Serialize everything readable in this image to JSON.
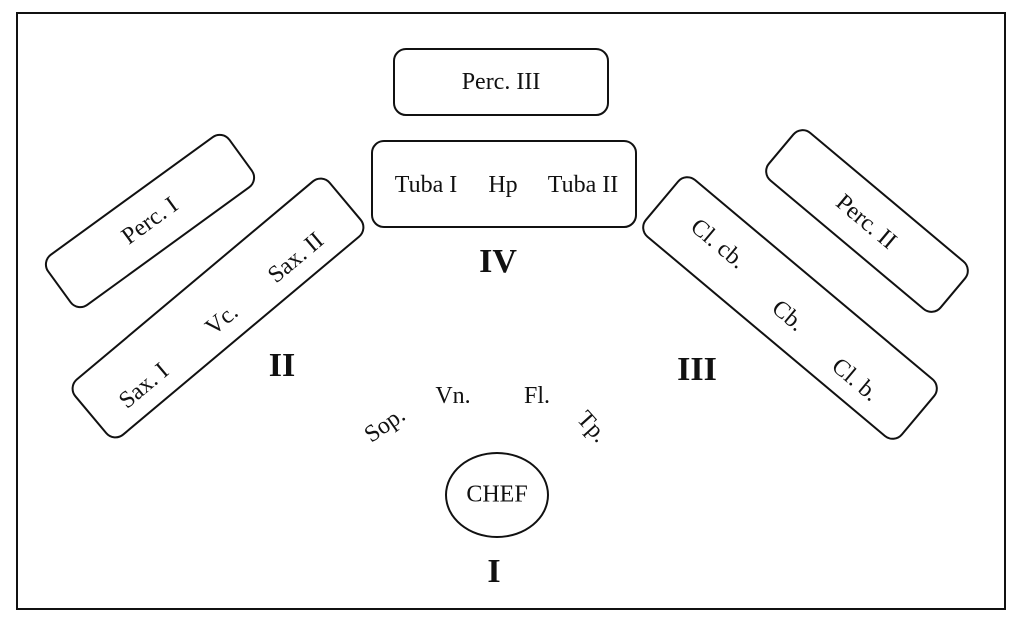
{
  "groups": {
    "perc3": {
      "label": "Perc. III"
    },
    "group4": {
      "roman": "IV",
      "instruments": [
        "Tuba I",
        "Hp",
        "Tuba II"
      ]
    },
    "perc1": {
      "label": "Perc. I"
    },
    "perc2": {
      "label": "Perc. II"
    },
    "group2": {
      "roman": "II",
      "instruments": [
        "Sax. I",
        "Vc.",
        "Sax. II"
      ]
    },
    "group3": {
      "roman": "III",
      "instruments": [
        "Cl. cb.",
        "Cb.",
        "Cl. b."
      ]
    },
    "group1": {
      "roman": "I",
      "instruments": [
        "Sop.",
        "Vn.",
        "Fl.",
        "Tp."
      ],
      "conductor": "CHEF"
    }
  }
}
